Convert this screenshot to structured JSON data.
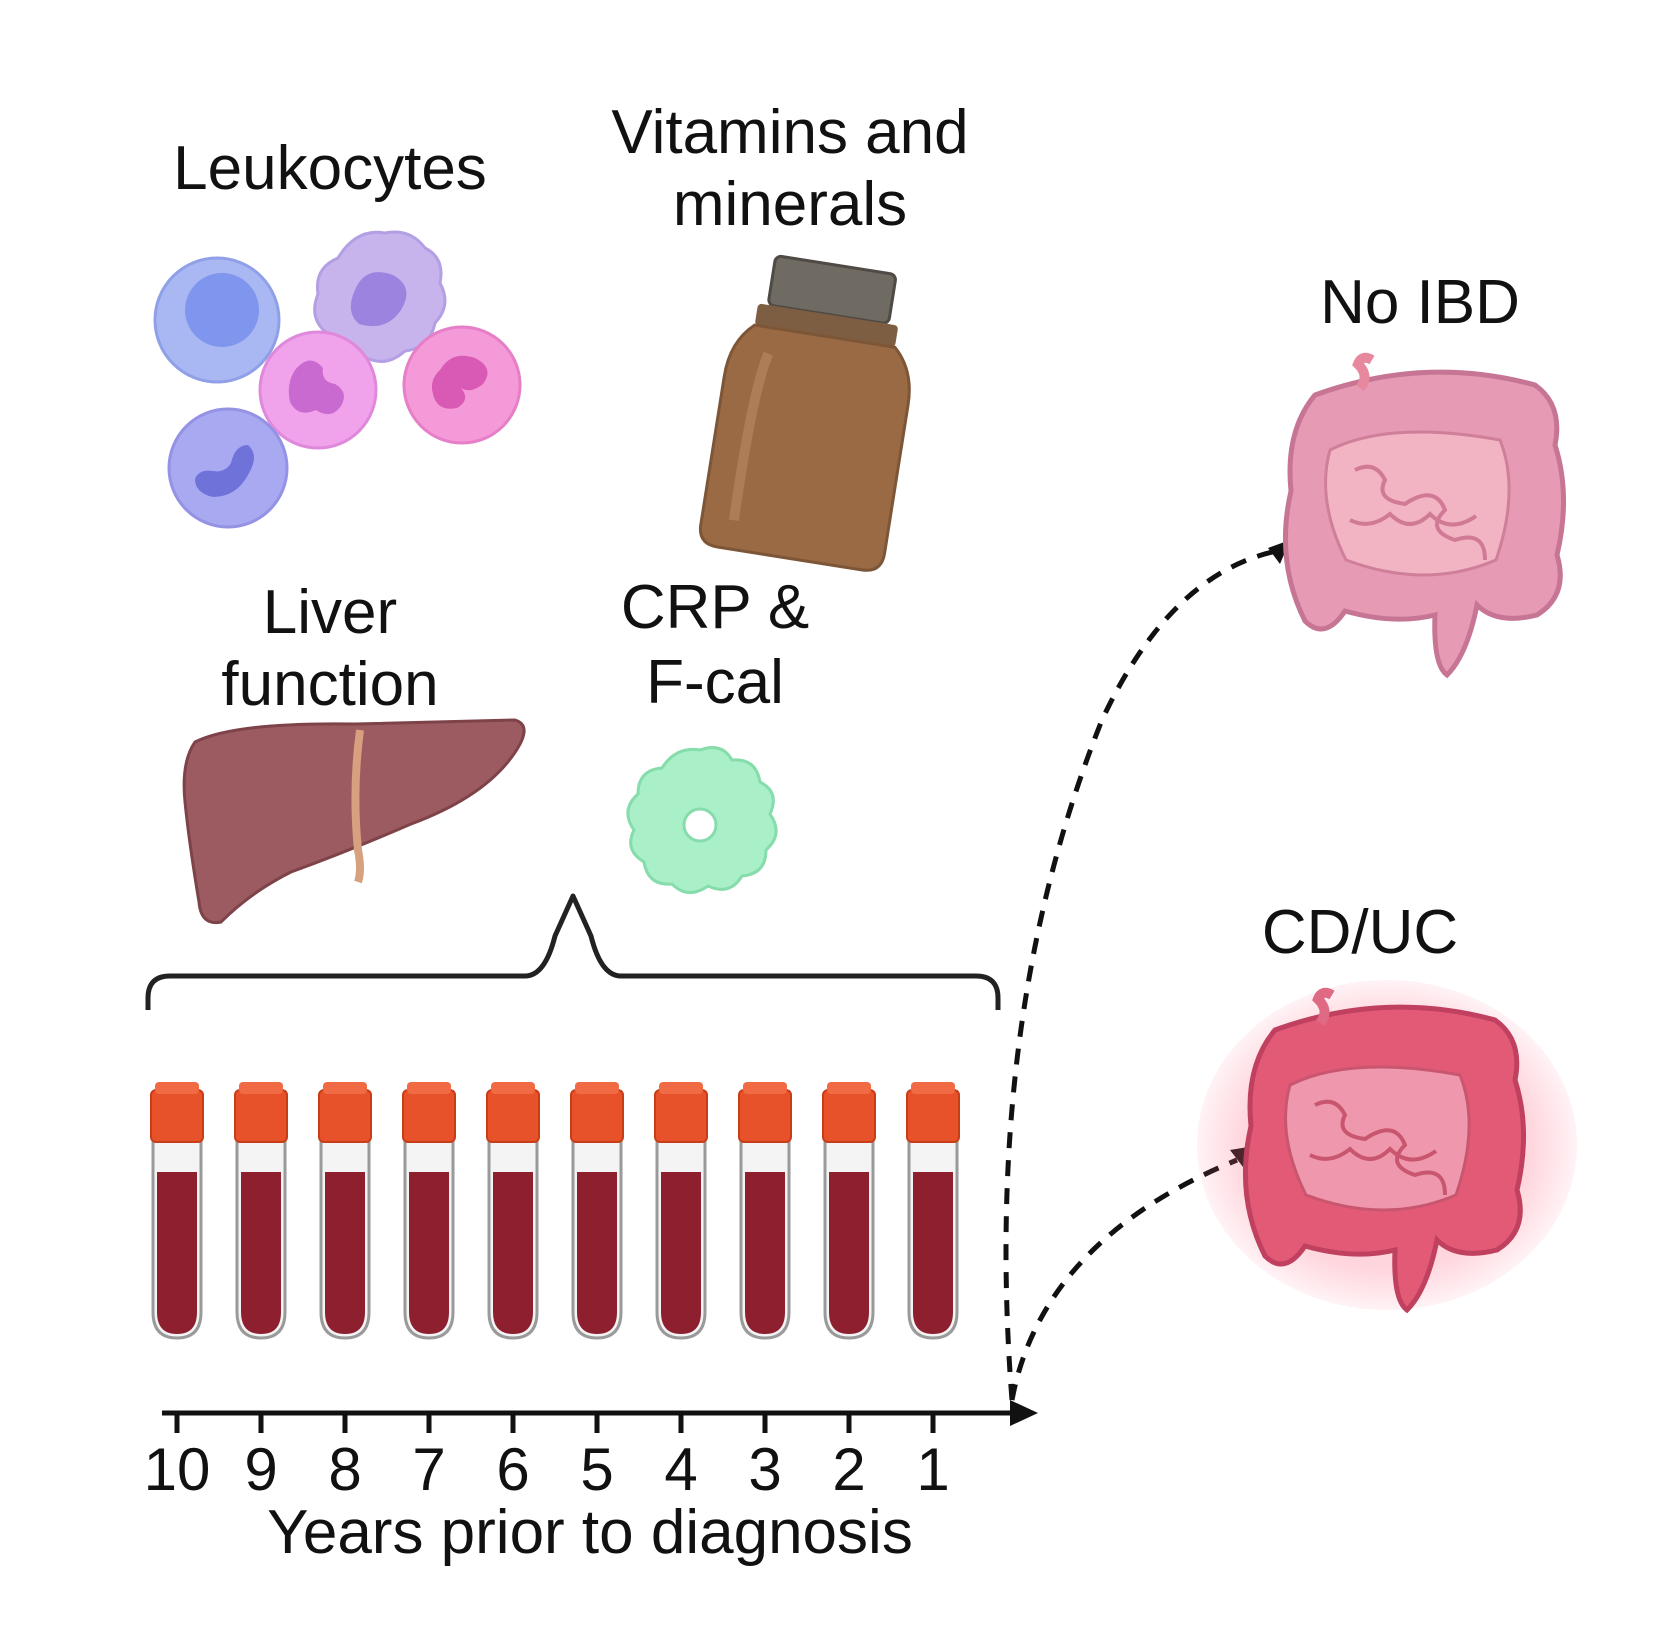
{
  "labels": {
    "leukocytes": "Leukocytes",
    "vitamins_line1": "Vitamins and",
    "vitamins_line2": "minerals",
    "liver_line1": "Liver",
    "liver_line2": "function",
    "crp_line1": "CRP &",
    "crp_line2": "F-cal",
    "no_ibd": "No IBD",
    "cd_uc": "CD/UC",
    "axis_title": "Years prior to diagnosis"
  },
  "timeline": {
    "ticks": [
      "10",
      "9",
      "8",
      "7",
      "6",
      "5",
      "4",
      "3",
      "2",
      "1"
    ]
  },
  "tubes": {
    "count": 10
  },
  "colors": {
    "blood": "#8e1f2e",
    "cap": "#e8522a",
    "liver": "#9b5b60",
    "bottle": "#9a6a45",
    "crp": "#a9f0c8",
    "gut_healthy": "#e79ab3",
    "gut_inflamed": "#e35a76"
  },
  "icons": [
    "leukocyte-cells-icon",
    "supplement-bottle-icon",
    "liver-icon",
    "crp-protein-icon",
    "healthy-intestine-icon",
    "inflamed-intestine-icon",
    "blood-tube-icon"
  ]
}
